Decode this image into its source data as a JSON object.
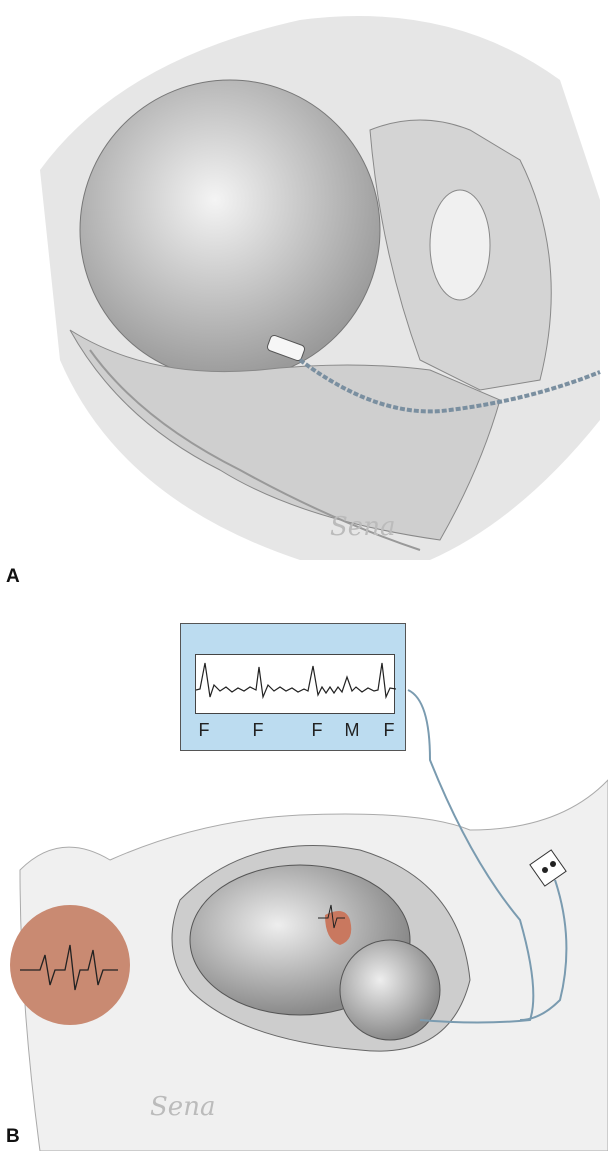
{
  "panels": {
    "a_label": "A",
    "b_label": "B"
  },
  "signature": "SENA",
  "monitor": {
    "beat_labels": [
      "F",
      "F",
      "F",
      "M",
      "F"
    ],
    "background_color": "#bcdcf0"
  },
  "colors": {
    "maternal_heart": "#c98a72",
    "fetal_heart": "#c9785f"
  }
}
